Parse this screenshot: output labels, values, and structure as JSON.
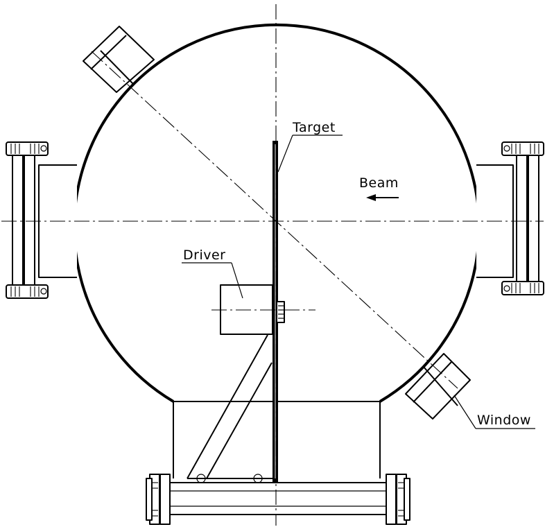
{
  "labels": {
    "target": "Target",
    "beam": "Beam",
    "driver": "Driver",
    "window": "Window"
  },
  "colors": {
    "line": "#000000",
    "background": "#ffffff"
  }
}
